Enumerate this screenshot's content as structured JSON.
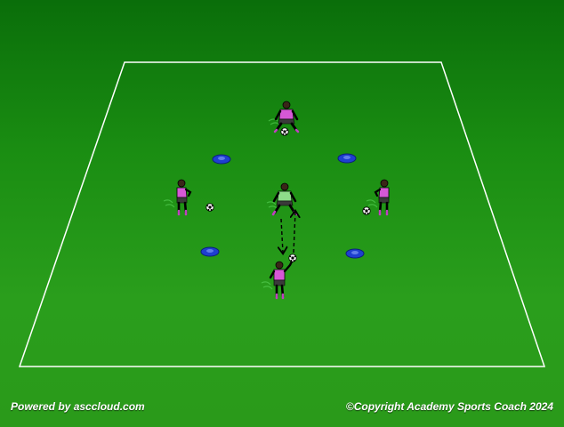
{
  "footer": {
    "powered_by": "Powered by asccloud.com",
    "copyright": "©Copyright Academy Sports Coach 2024"
  },
  "colors": {
    "pitch_top": "#0a6e0a",
    "pitch_bottom": "#2a9a1a",
    "field_lines": "#ffffff",
    "attacker_shirt": "#d658d6",
    "goalkeeper_shirt": "#8edc8a",
    "shorts": "#3a3a3a",
    "cone": "#1e3fd0",
    "arrow": "#000000"
  },
  "diagram": {
    "players": [
      {
        "name": "player-top",
        "role": "server",
        "icon": "player-crouching-icon"
      },
      {
        "name": "player-left",
        "role": "server",
        "icon": "player-standing-icon"
      },
      {
        "name": "player-right",
        "role": "server",
        "icon": "player-standing-icon"
      },
      {
        "name": "player-bottom",
        "role": "server",
        "icon": "player-throwing-icon"
      },
      {
        "name": "goalkeeper-center",
        "role": "goalkeeper",
        "icon": "goalkeeper-icon"
      }
    ],
    "cones": 4,
    "balls": 4,
    "arrows": [
      {
        "name": "movement-arrow-down",
        "style": "dashed"
      },
      {
        "name": "movement-arrow-up",
        "style": "dashed"
      }
    ]
  }
}
